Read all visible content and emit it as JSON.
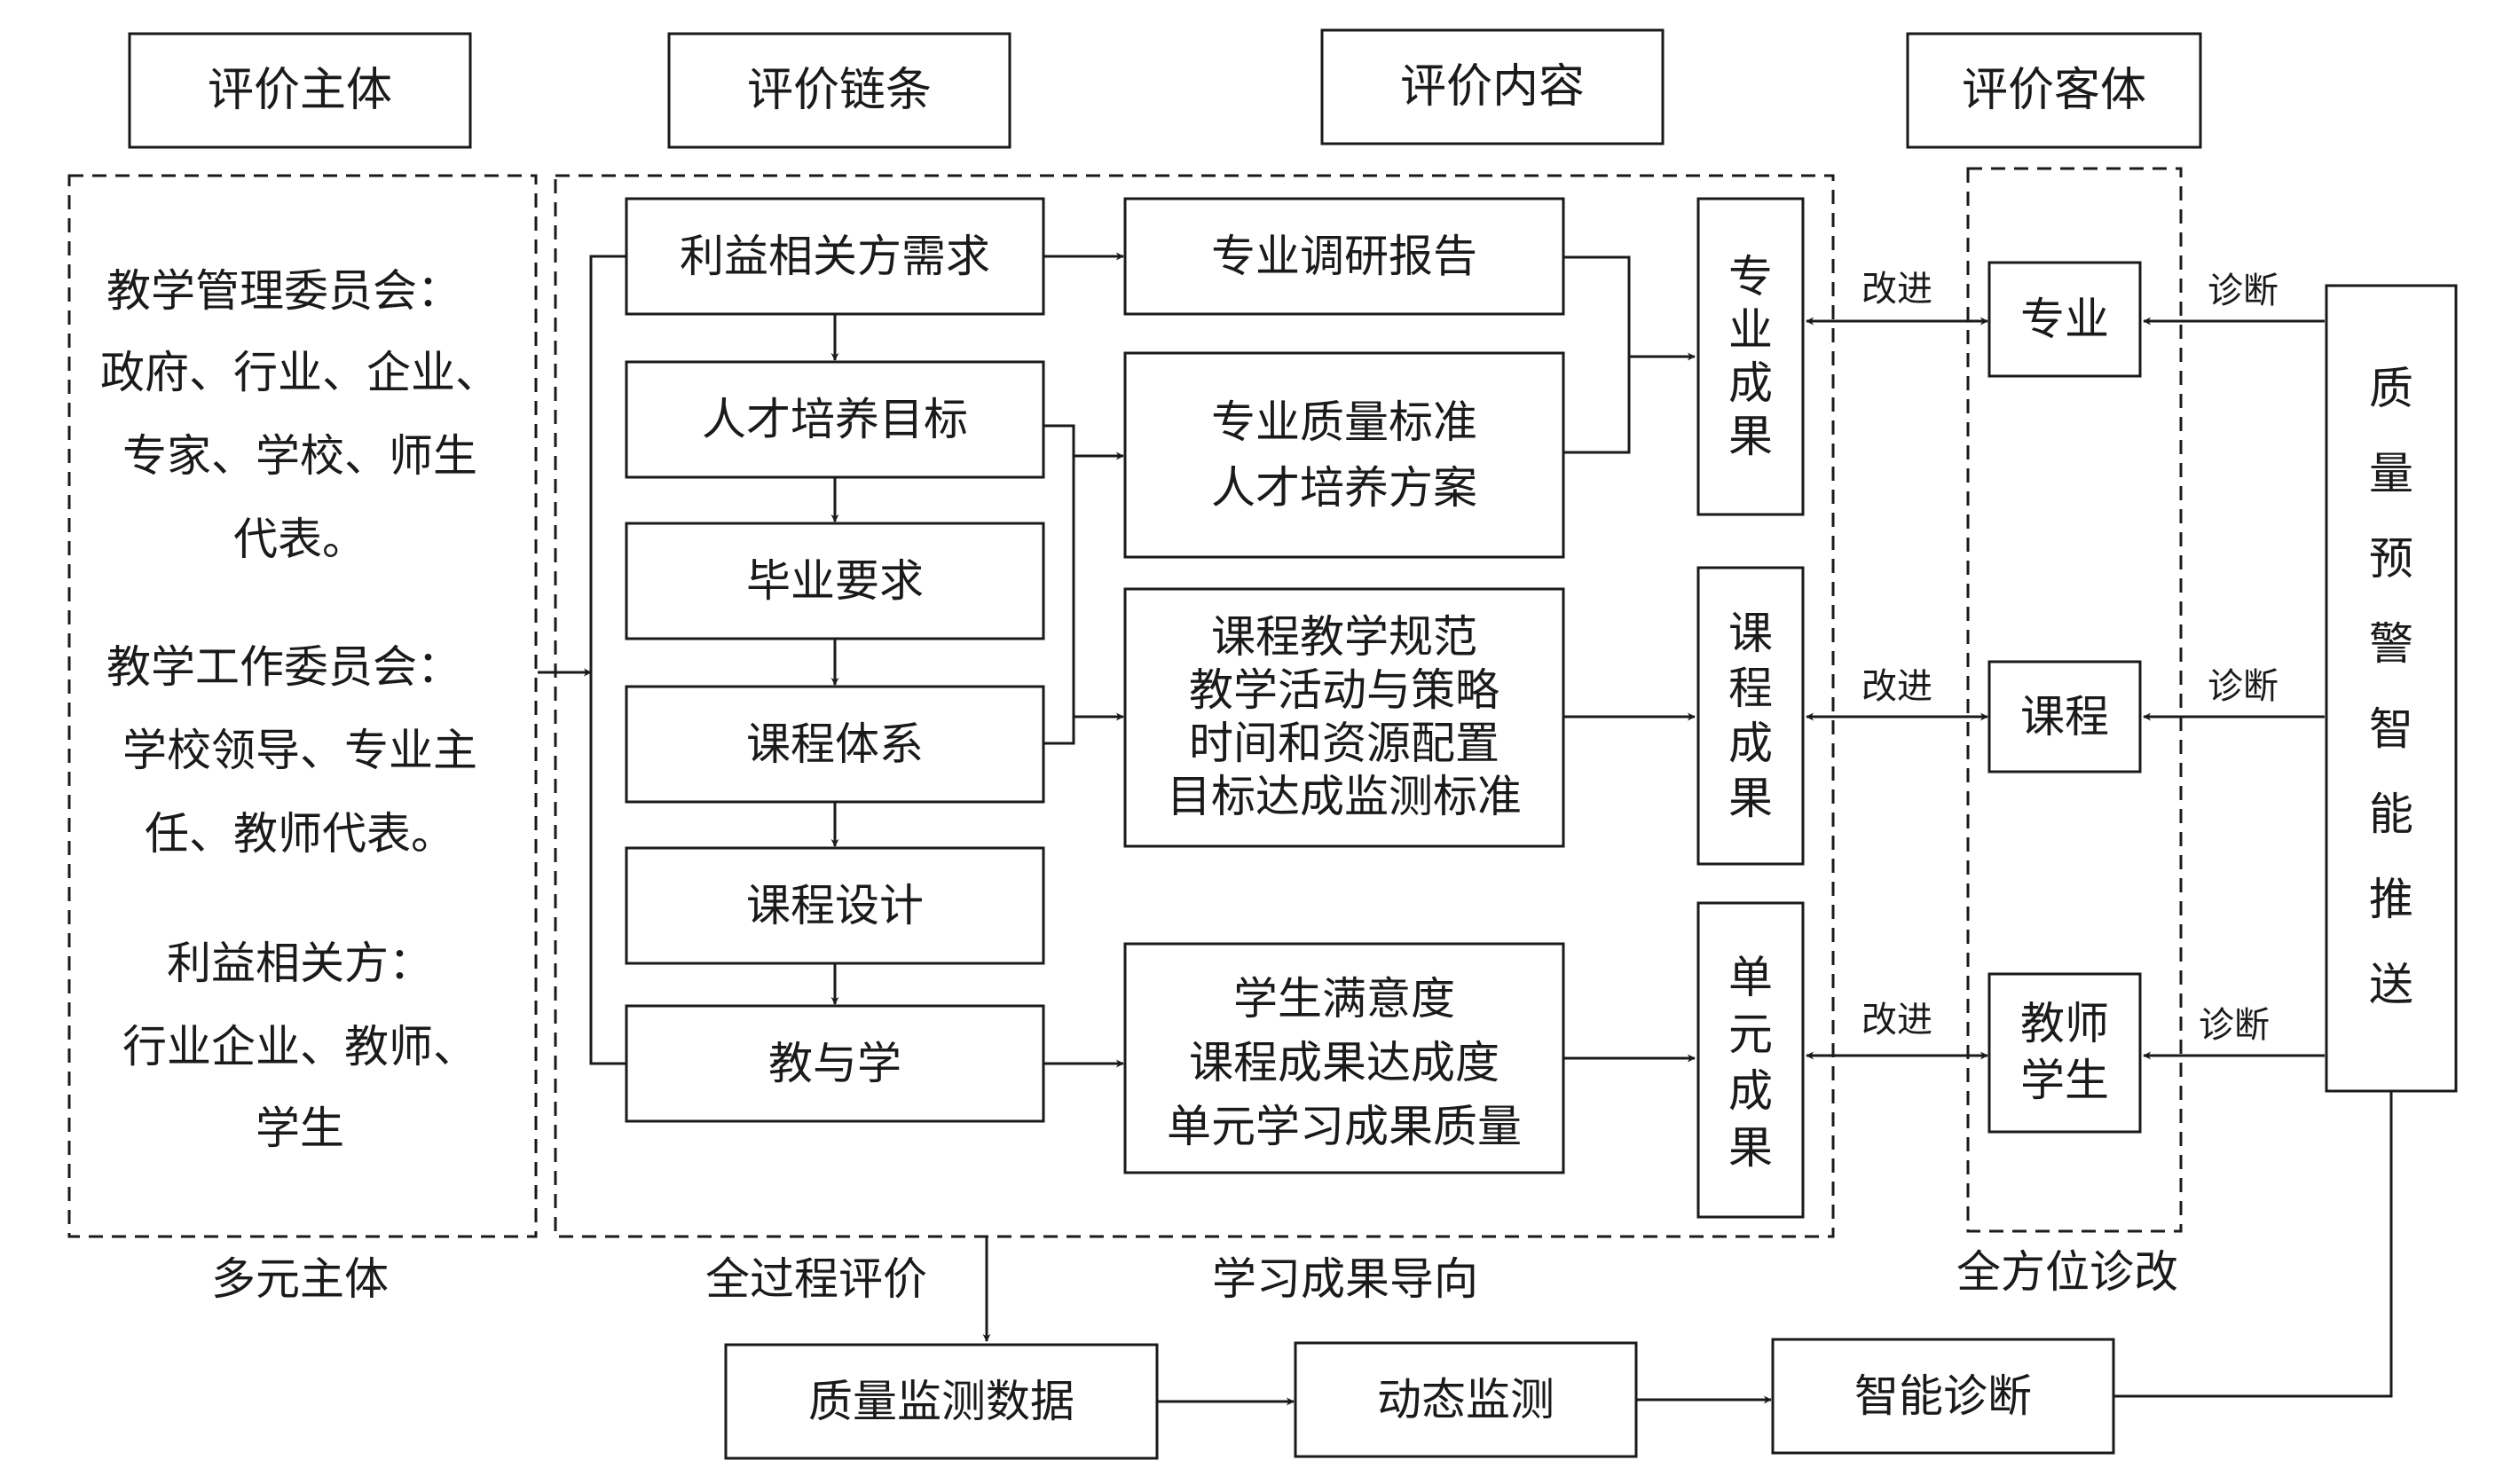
{
  "headers": {
    "subject": "评价主体",
    "chain": "评价链条",
    "content": "评价内容",
    "object": "评价客体"
  },
  "left_panel": {
    "g1_title": "教学管理委员会：",
    "g1_line1": "政府、行业、企业、",
    "g1_line2": "专家、学校、师生",
    "g1_line3": "代表。",
    "g2_title": "教学工作委员会：",
    "g2_line1": "学校领导、专业主",
    "g2_line2": "任、教师代表。",
    "g3_title": "利益相关方：",
    "g3_line1": "行业企业、教师、",
    "g3_line2": "学生",
    "caption": "多元主体"
  },
  "chain": {
    "items": [
      "利益相关方需求",
      "人才培养目标",
      "毕业要求",
      "课程体系",
      "课程设计",
      "教与学"
    ],
    "caption": "全过程评价"
  },
  "content": {
    "b1": [
      "专业调研报告"
    ],
    "b2": [
      "专业质量标准",
      "人才培养方案"
    ],
    "b3": [
      "课程教学规范",
      "教学活动与策略",
      "时间和资源配置",
      "目标达成监测标准"
    ],
    "b4": [
      "学生满意度",
      "课程成果达成度",
      "单元学习成果质量"
    ],
    "caption": "学习成果导向"
  },
  "outcomes": {
    "major": [
      "专",
      "业",
      "成",
      "果"
    ],
    "course": [
      "课",
      "程",
      "成",
      "果"
    ],
    "unit": [
      "单",
      "元",
      "成",
      "果"
    ]
  },
  "objects": {
    "major": [
      "专业"
    ],
    "course": [
      "课程"
    ],
    "tstu": [
      "教师",
      "学生"
    ],
    "caption": "全方位诊改"
  },
  "arrow_labels": {
    "improve": "改进",
    "diagnose": "诊断"
  },
  "warning": [
    "质",
    "量",
    "预",
    "警",
    "智",
    "能",
    "推",
    "送"
  ],
  "bottom": {
    "data": "质量监测数据",
    "monitor": "动态监测",
    "diagnosis": "智能诊断"
  }
}
